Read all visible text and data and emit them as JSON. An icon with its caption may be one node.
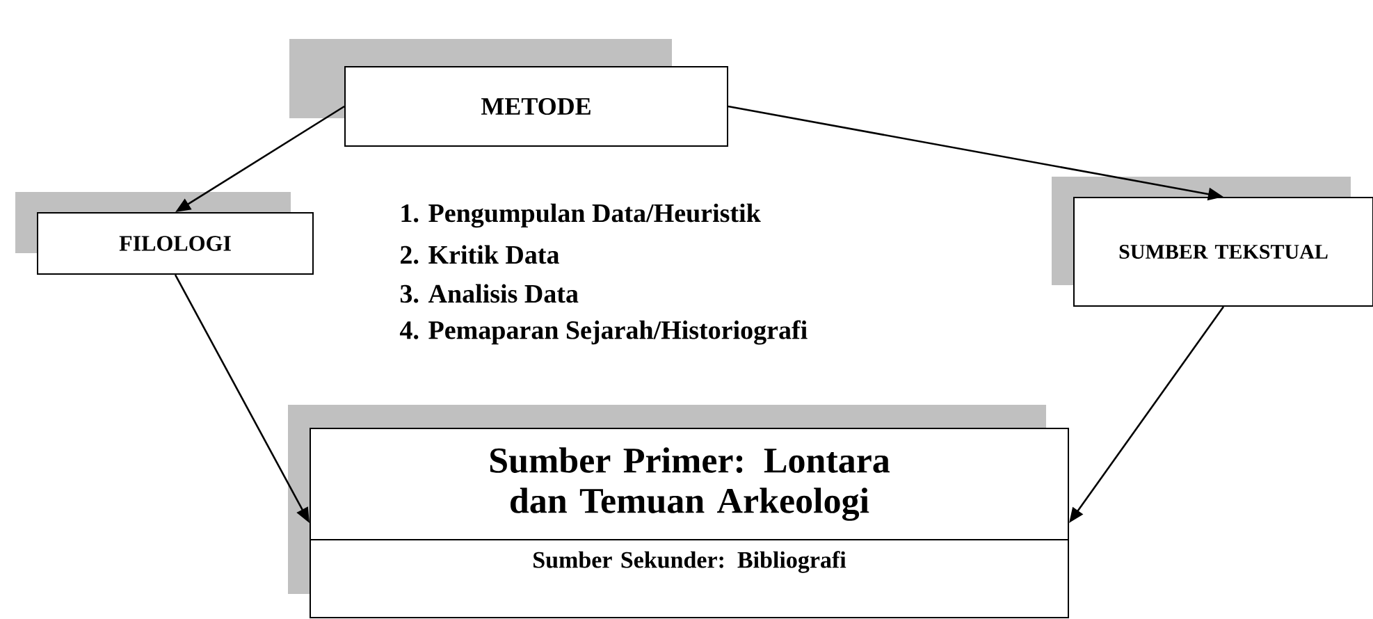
{
  "diagram": {
    "nodes": [
      {
        "text": [
          "METODE"
        ]
      },
      {
        "text": [
          "FILOLOGI"
        ]
      },
      {
        "text": [
          "SUMBER TEKSTUAL"
        ]
      },
      {
        "text": [
          "Sumber Primer: Lontara dan Temuan Arkeologi",
          "Sumber Sekunder: Bibliografi"
        ]
      }
    ],
    "edges": [
      {
        "from": 0,
        "to": 1,
        "arrow": "to"
      },
      {
        "from": 0,
        "to": 2,
        "arrow": "to"
      },
      {
        "from": 1,
        "to": 3,
        "arrow": "to"
      },
      {
        "from": 2,
        "to": 3,
        "arrow": "to"
      }
    ],
    "labels": [
      "1. Pengumpulan Data/Heuristik",
      "2. Kritik Data",
      "3. Analisis Data",
      "4. Pemaparan Sejarah/Historiografi"
    ]
  }
}
